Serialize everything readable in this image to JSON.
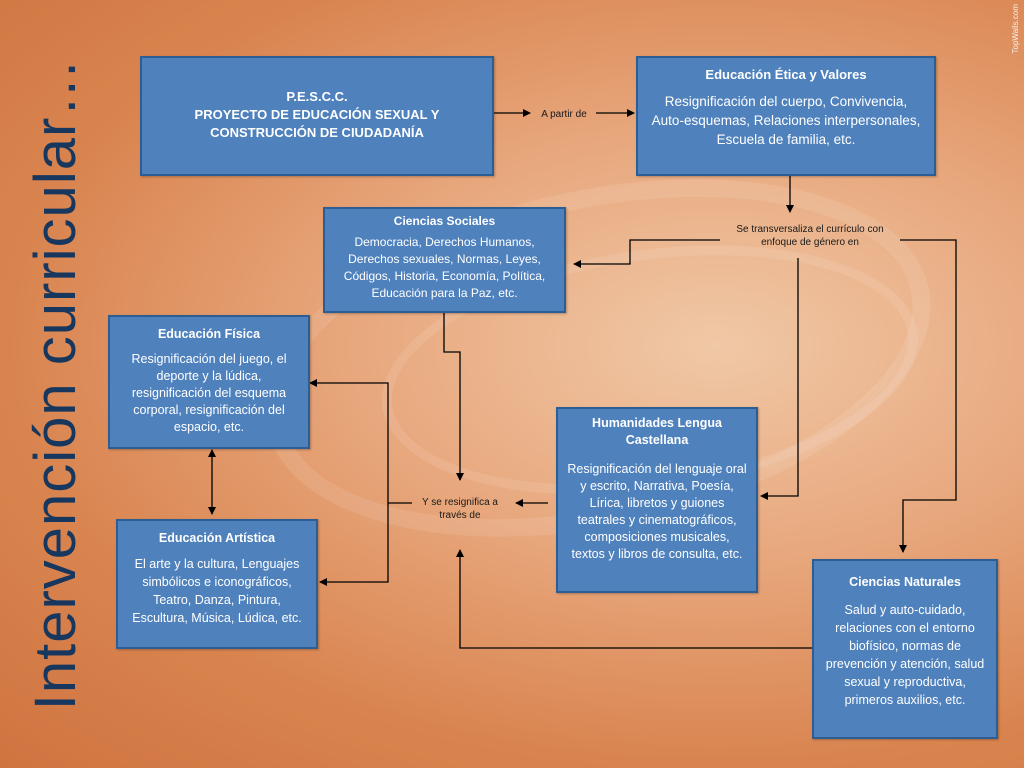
{
  "title": "Intervención curricular…",
  "watermark": "TopWalls.com",
  "boxes": {
    "pescc": {
      "title": "P.E.S.C.C.",
      "subtitle": "PROYECTO DE EDUCACIÓN SEXUAL Y CONSTRUCCIÓN DE CIUDADANÍA"
    },
    "etica": {
      "title": "Educación Ética y Valores",
      "body": "Resignificación del cuerpo, Convivencia, Auto-esquemas, Relaciones interpersonales, Escuela de familia, etc."
    },
    "sociales": {
      "title": "Ciencias Sociales",
      "body": "Democracia, Derechos Humanos, Derechos sexuales, Normas, Leyes, Códigos, Historia, Economía, Política, Educación para la Paz, etc."
    },
    "fisica": {
      "title": "Educación Física",
      "body": "Resignificación del juego, el deporte y la lúdica, resignificación del esquema corporal, resignificación del espacio, etc."
    },
    "artistica": {
      "title": "Educación Artística",
      "body": "El arte y la cultura, Lenguajes simbólicos e iconográficos, Teatro, Danza, Pintura, Escultura, Música, Lúdica, etc."
    },
    "humanidades": {
      "title": "Humanidades Lengua Castellana",
      "body": "Resignificación del lenguaje oral y escrito, Narrativa, Poesía, Lírica, libretos y guiones teatrales y cinematográficos, composiciones musicales, textos y libros de consulta, etc."
    },
    "naturales": {
      "title": "Ciencias Naturales",
      "body": "Salud y auto-cuidado, relaciones con el entorno biofísico, normas de prevención y atención, salud sexual y reproductiva, primeros auxilios, etc."
    }
  },
  "labels": {
    "a_partir": "A partir de",
    "transversaliza": "Se transversaliza el currículo con enfoque de género en",
    "resignifica": "Y se resignifica a través de"
  },
  "colors": {
    "box_fill": "#4f81bd",
    "box_border": "#2c5d93",
    "title_text": "#17375e",
    "connector": "#000000"
  }
}
